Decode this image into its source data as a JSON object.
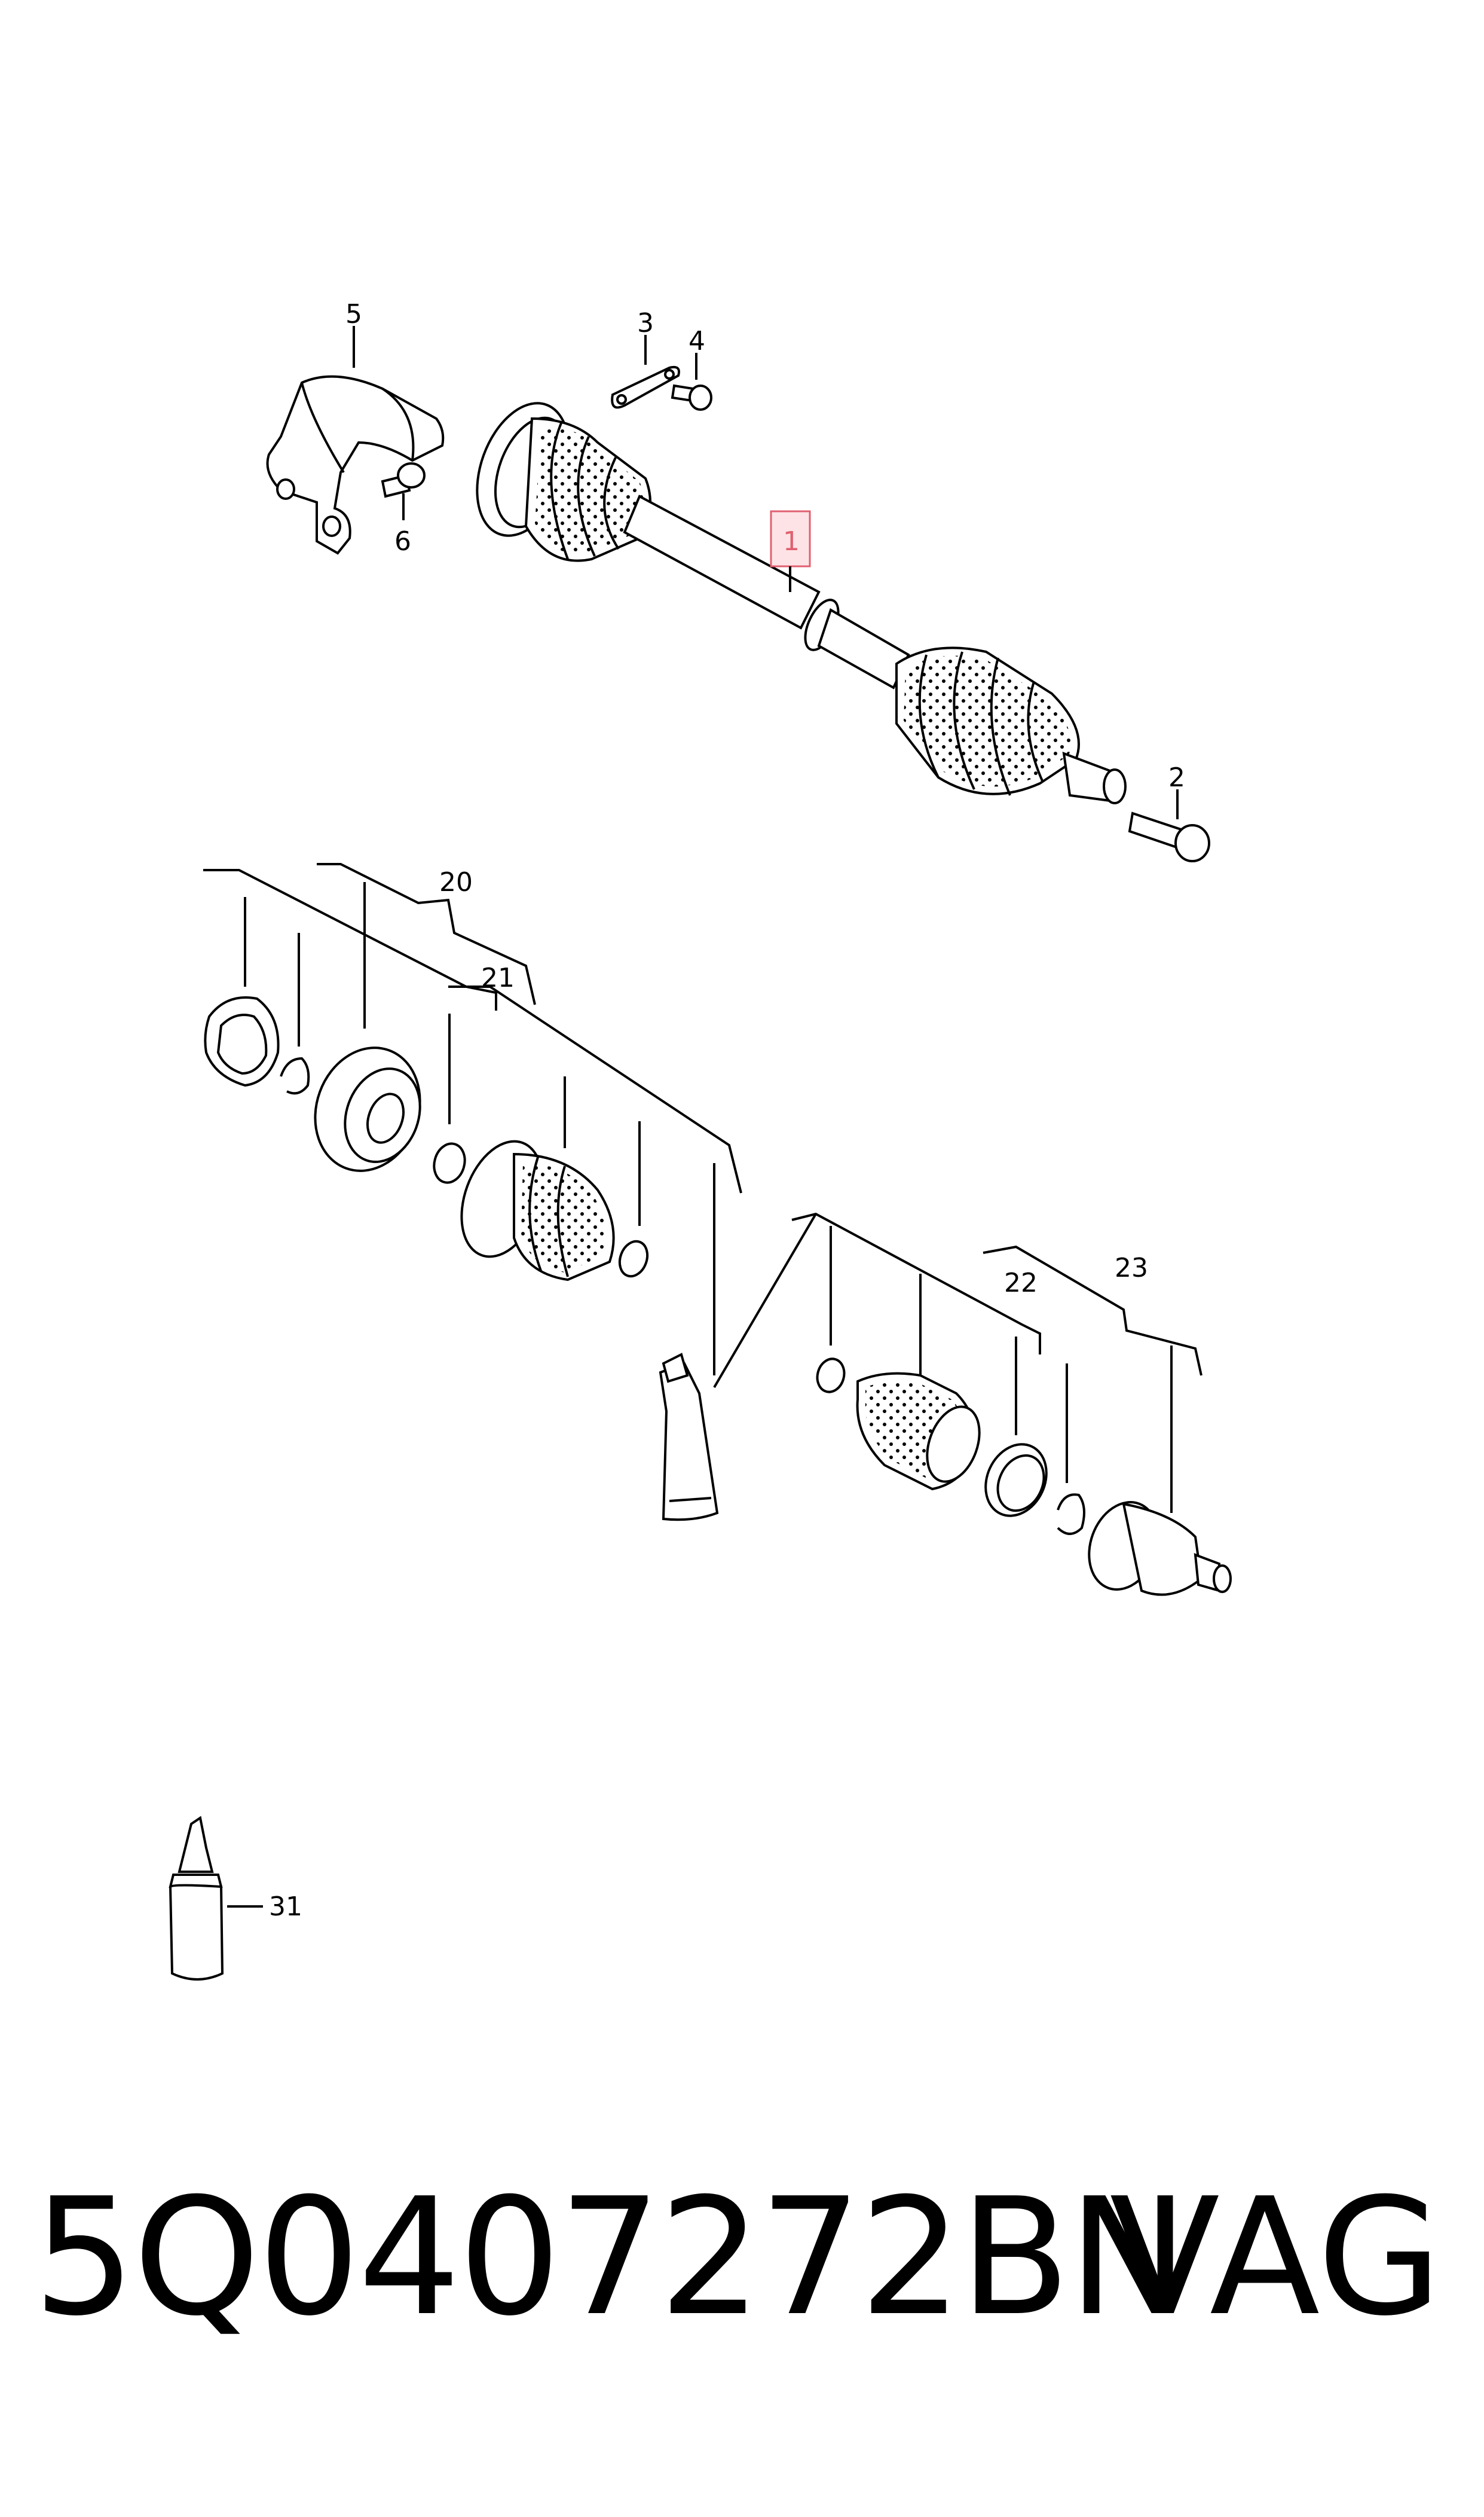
{
  "diagram": {
    "callouts": [
      {
        "id": "1",
        "label": "1",
        "highlight": true
      },
      {
        "id": "2",
        "label": "2"
      },
      {
        "id": "3",
        "label": "3"
      },
      {
        "id": "4",
        "label": "4"
      },
      {
        "id": "5",
        "label": "5"
      },
      {
        "id": "6",
        "label": "6"
      },
      {
        "id": "20",
        "label": "20"
      },
      {
        "id": "21",
        "label": "21"
      },
      {
        "id": "22",
        "label": "22"
      },
      {
        "id": "23",
        "label": "23"
      },
      {
        "id": "31",
        "label": "31"
      }
    ],
    "highlight_color": "#e06070"
  },
  "caption": {
    "part_number": "5Q0407272BN",
    "brand": "VAG"
  }
}
